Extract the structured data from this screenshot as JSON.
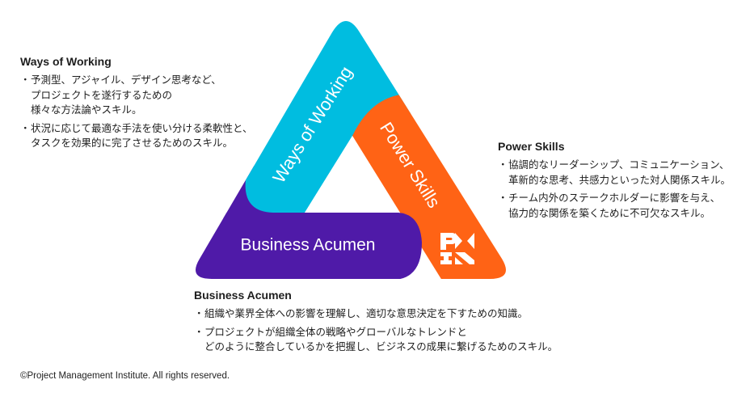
{
  "ways_of_working": {
    "heading": "Ways of Working",
    "bullets": [
      "予測型、アジャイル、デザイン思考など、\nプロジェクトを遂行するための\n様々な方法論やスキル。",
      "状況に応じて最適な手法を使い分ける柔軟性と、\nタスクを効果的に完了させるためのスキル。"
    ]
  },
  "power_skills": {
    "heading": "Power Skills",
    "bullets": [
      "協調的なリーダーシップ、コミュニケーション、\n革新的な思考、共感力といった対人関係スキル。",
      "チーム内外のステークホルダーに影響を与え、\n協力的な関係を築くために不可欠なスキル。"
    ]
  },
  "business_acumen": {
    "heading": "Business Acumen",
    "bullets": [
      "組織や業界全体への影響を理解し、適切な意思決定を下すための知識。",
      "プロジェクトが組織全体の戦略やグローバルなトレンドと\nどのように整合しているかを把握し、ビジネスの成果に繋げるためのスキル。"
    ]
  },
  "triangle": {
    "left_label": "Ways of Working",
    "right_label": "Power Skills",
    "bottom_label": "Business Acumen",
    "logo": "PMI",
    "colors": {
      "ways_of_working": "#00BDE0",
      "power_skills": "#FF6315",
      "business_acumen": "#4F1AA8"
    }
  },
  "footer": "©Project Management Institute. All rights reserved."
}
